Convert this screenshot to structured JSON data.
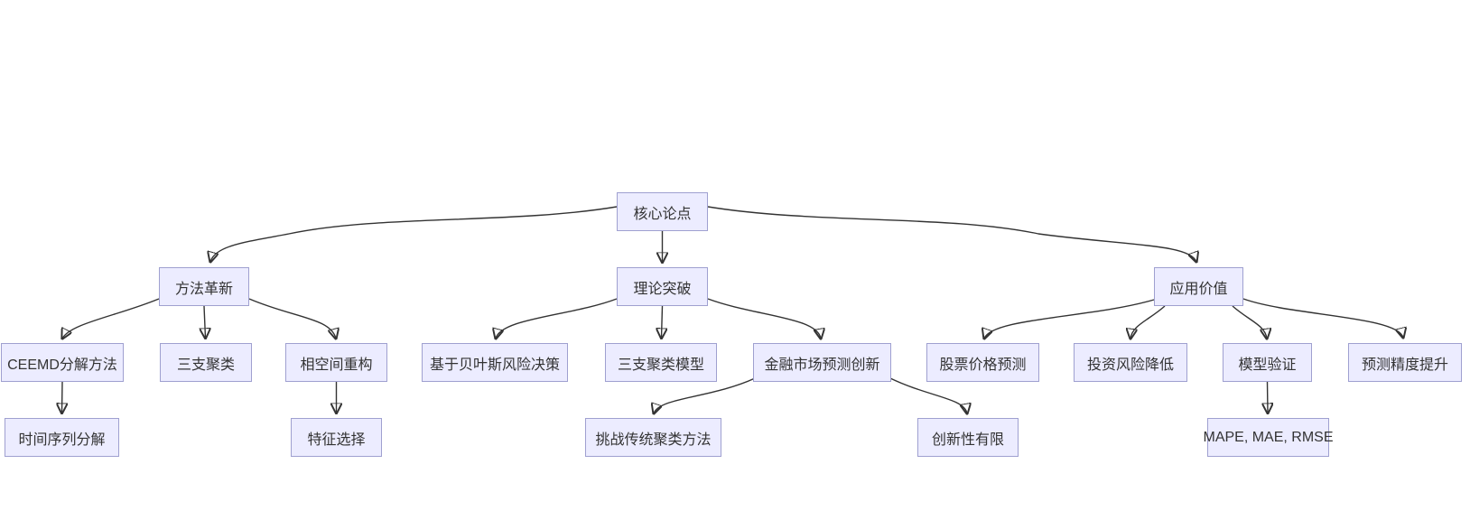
{
  "diagram": {
    "type": "flowchart-top-down",
    "colors": {
      "background": "#ffffff",
      "node_fill": "#ECECFF",
      "node_border": "#9FA0D0",
      "edge_color": "#333333",
      "text_color": "#333333"
    },
    "nodes": {
      "core": "核心论点",
      "method": "方法革新",
      "theory": "理论突破",
      "application": "应用价值",
      "ceemd": "CEEMD分解方法",
      "three_way": "三支聚类",
      "phase_space": "相空间重构",
      "bayes": "基于贝叶斯风险决策",
      "three_way_model": "三支聚类模型",
      "finance_innovation": "金融市场预测创新",
      "stock_prediction": "股票价格预测",
      "risk_reduction": "投资风险降低",
      "model_validation": "模型验证",
      "accuracy_improvement": "预测精度提升",
      "ts_decomposition": "时间序列分解",
      "feature_selection": "特征选择",
      "challenge_clustering": "挑战传统聚类方法",
      "limited_innovation": "创新性有限",
      "metrics": "MAPE, MAE, RMSE"
    },
    "edges": [
      {
        "from": "核心论点",
        "to": "方法革新"
      },
      {
        "from": "核心论点",
        "to": "理论突破"
      },
      {
        "from": "核心论点",
        "to": "应用价值"
      },
      {
        "from": "方法革新",
        "to": "CEEMD分解方法"
      },
      {
        "from": "方法革新",
        "to": "三支聚类"
      },
      {
        "from": "方法革新",
        "to": "相空间重构"
      },
      {
        "from": "理论突破",
        "to": "基于贝叶斯风险决策"
      },
      {
        "from": "理论突破",
        "to": "三支聚类模型"
      },
      {
        "from": "理论突破",
        "to": "金融市场预测创新"
      },
      {
        "from": "应用价值",
        "to": "股票价格预测"
      },
      {
        "from": "应用价值",
        "to": "投资风险降低"
      },
      {
        "from": "应用价值",
        "to": "模型验证"
      },
      {
        "from": "应用价值",
        "to": "预测精度提升"
      },
      {
        "from": "CEEMD分解方法",
        "to": "时间序列分解"
      },
      {
        "from": "相空间重构",
        "to": "特征选择"
      },
      {
        "from": "金融市场预测创新",
        "to": "挑战传统聚类方法"
      },
      {
        "from": "金融市场预测创新",
        "to": "创新性有限"
      },
      {
        "from": "模型验证",
        "to": "MAPE, MAE, RMSE"
      }
    ]
  }
}
